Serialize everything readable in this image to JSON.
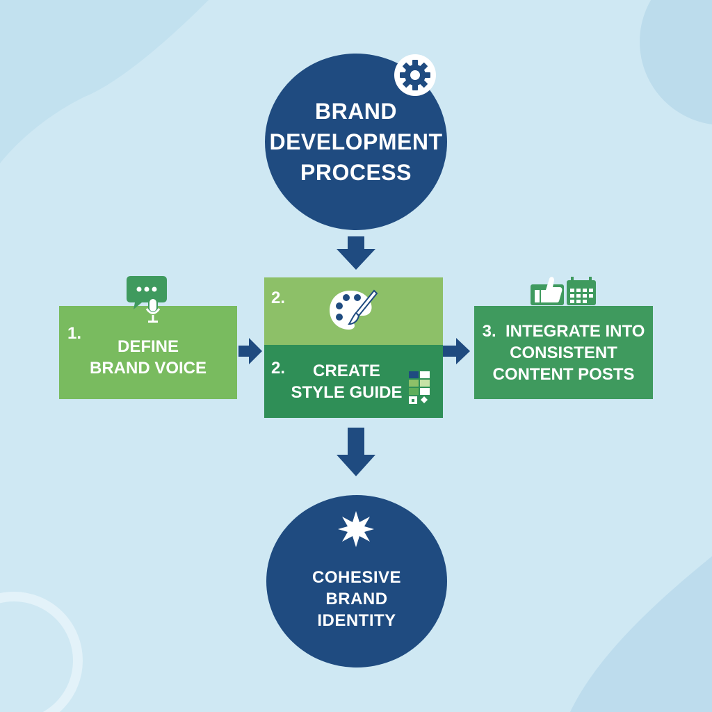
{
  "colors": {
    "background": "#cfe8f3",
    "circle": "#1f4b80",
    "arrow": "#1f4b80",
    "box1": "#79bb5f",
    "box2_top": "#8dc068",
    "box2_bottom": "#2f8f57",
    "box3": "#3f9a5e"
  },
  "top_circle": {
    "lines": [
      "BRAND",
      "DEVELOPMENT",
      "PROCESS"
    ],
    "icon": "gear-icon"
  },
  "step1": {
    "number": "1.",
    "lines": [
      "DEFINE",
      "BRAND VOICE"
    ],
    "icon": "speech-bubble-microphone-icon"
  },
  "step2": {
    "top_number": "2.",
    "top_icon": "palette-brush-icon",
    "number": "2.",
    "lines": [
      "CREATE",
      "STYLE GUIDE"
    ],
    "icon": "color-swatch-icon"
  },
  "step3": {
    "lines": [
      "3.  INTEGRATE INTO",
      "CONSISTENT",
      "CONTENT POSTS"
    ],
    "icon": "thumbs-up-calendar-icon"
  },
  "bottom_circle": {
    "lines": [
      "COHESIVE",
      "BRAND",
      "IDENTITY"
    ],
    "icon": "starburst-icon"
  }
}
